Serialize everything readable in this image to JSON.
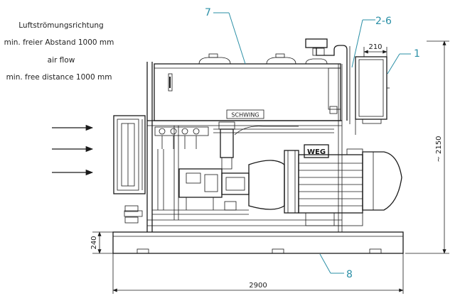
{
  "notes": {
    "line1": "Luftströmungsrichtung",
    "line2": "min. freier Abstand 1000 mm",
    "line3": "air flow",
    "line4": "min. free distance 1000 mm"
  },
  "callouts": {
    "c7": "7",
    "c26": "2-6",
    "c1": "1",
    "c8": "8"
  },
  "dimensions": {
    "length": "2900",
    "height": "~ 2150",
    "base_height": "240",
    "box_width": "210"
  },
  "labels": {
    "brand_tank": "SCHWING",
    "brand_motor": "WEG"
  }
}
